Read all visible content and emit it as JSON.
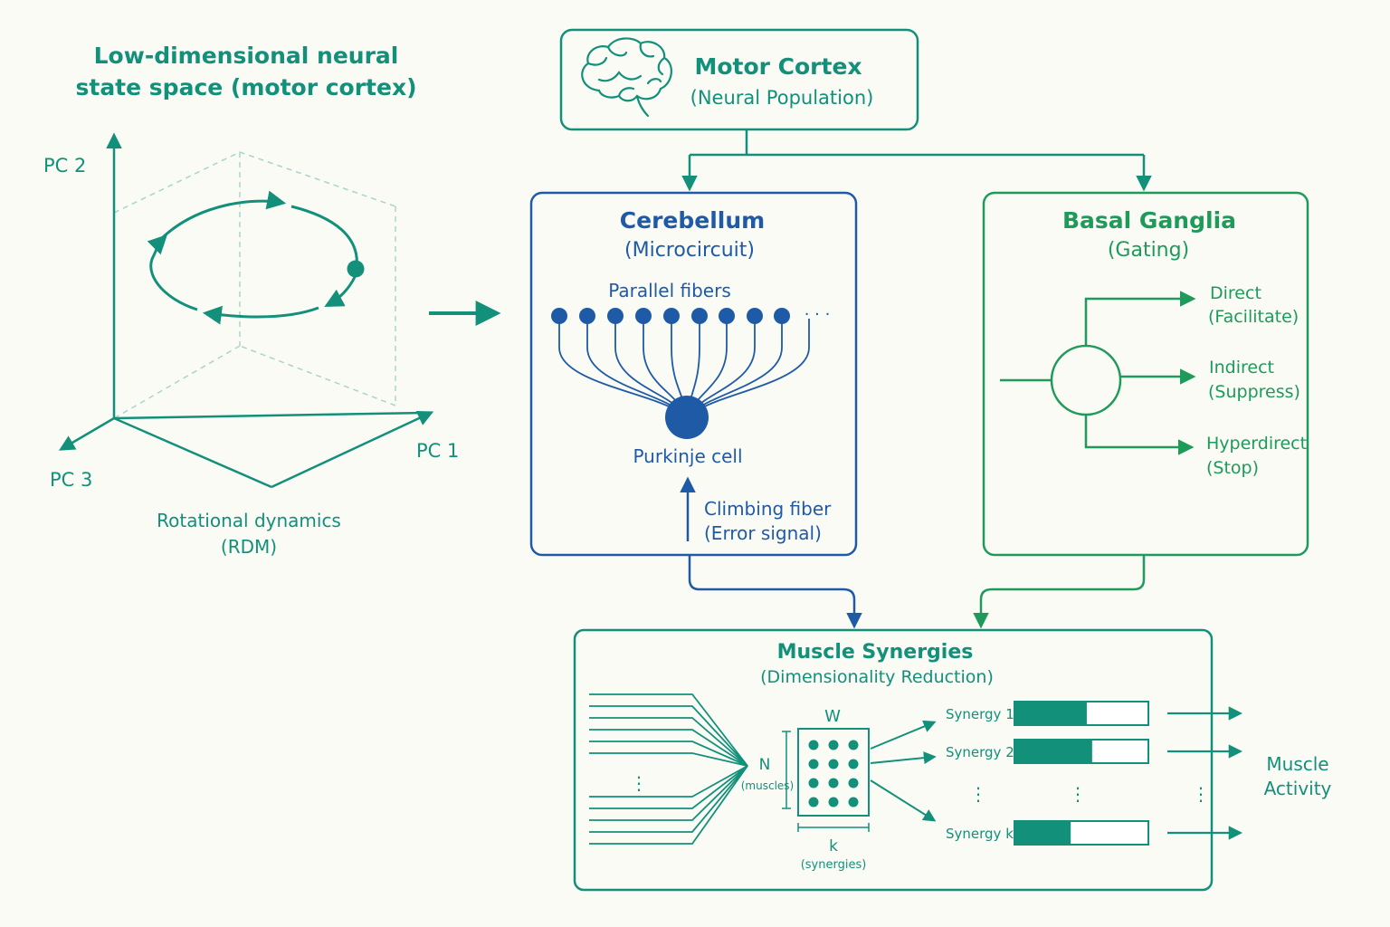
{
  "colors": {
    "teal": "#12907a",
    "blue": "#1f5aa6",
    "green": "#1e9a5a",
    "dash": "#a9d4cc",
    "background": "#fbfbf6"
  },
  "state_space": {
    "title_line1": "Low-dimensional neural",
    "title_line2": "state space (motor cortex)",
    "pc2": "PC 2",
    "pc1": "PC 1",
    "pc3": "PC 3",
    "caption_line1": "Rotational dynamics",
    "caption_line2": "(RDM)"
  },
  "motor_cortex": {
    "icon": "brain-icon",
    "title": "Motor Cortex",
    "subtitle": "(Neural Population)"
  },
  "cerebellum": {
    "title": "Cerebellum",
    "subtitle": "(Microcircuit)",
    "parallel_fibers": "Parallel fibers",
    "ellipsis": "· · ·",
    "purkinje": "Purkinje cell",
    "climbing_line1": "Climbing fiber",
    "climbing_line2": "(Error signal)"
  },
  "basal_ganglia": {
    "title": "Basal Ganglia",
    "subtitle": "(Gating)",
    "pathways": [
      {
        "name": "Direct",
        "role": "(Facilitate)"
      },
      {
        "name": "Indirect",
        "role": "(Suppress)"
      },
      {
        "name": "Hyperdirect",
        "role": "(Stop)"
      }
    ]
  },
  "synergies": {
    "title": "Muscle Synergies",
    "subtitle": "(Dimensionality Reduction)",
    "w_label": "W",
    "n_label": "N",
    "n_sub": "(muscles)",
    "k_label": "k",
    "k_sub": "(synergies)",
    "vdots": "⋮",
    "items": [
      {
        "label": "Synergy 1",
        "activation": 0.54
      },
      {
        "label": "Synergy 2",
        "activation": 0.58
      },
      {
        "label": "Synergy k",
        "activation": 0.42
      }
    ],
    "output_line1": "Muscle",
    "output_line2": "Activity"
  }
}
